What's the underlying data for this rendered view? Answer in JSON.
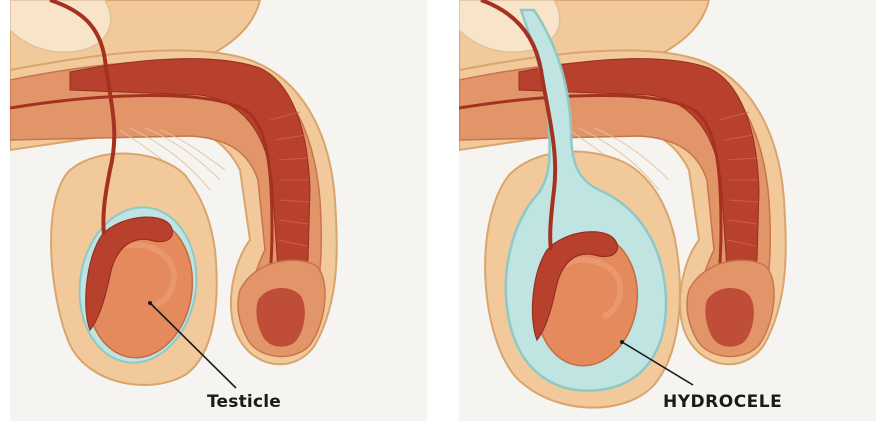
{
  "panels": [
    {
      "label": "Testicle"
    },
    {
      "label": "HYDROCELE"
    }
  ],
  "colors": {
    "background": "#f6f4f1",
    "skin": "#f2c99a",
    "skin_outline": "#d9a56e",
    "tissue_orange": "#e3956a",
    "muscle_red": "#b8412e",
    "vessel_dark_red": "#a53221",
    "testicle": "#e48a5c",
    "fluid": "#bfe4e2",
    "fluid_outline": "#8fc9c6",
    "label_text": "#1a1a1a"
  },
  "icons": [
    "anatomy-illustration-normal",
    "anatomy-illustration-hydrocele"
  ]
}
